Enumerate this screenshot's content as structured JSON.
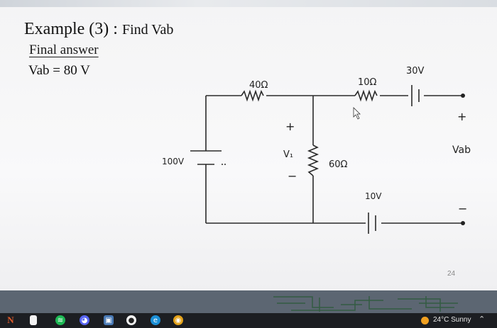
{
  "slide": {
    "title_prefix": "Example (3) :",
    "title_suffix": "Find Vab",
    "final_answer_label": "Final answer",
    "answer": "Vab = 80 V",
    "page_number": "24"
  },
  "circuit": {
    "r1": "40Ω",
    "r2": "10Ω",
    "r3": "60Ω",
    "source_left": "100V",
    "source_top": "30V",
    "source_bottom": "10V",
    "v1_label": "V₁",
    "v1_plus": "+",
    "v1_minus": "−",
    "vab_label": "Vab",
    "vab_plus": "+",
    "vab_minus": "−"
  },
  "taskbar": {
    "start_letter": "N",
    "weather": "24°C Sunny"
  },
  "colors": {
    "taskbar": "#1c1e22",
    "spotify": "#1db954",
    "edge": "#1b8fd6",
    "chrome": "#e3a21a"
  },
  "icons": [
    "start-icon",
    "file-icon",
    "spotify-icon",
    "discord-icon",
    "app-icon",
    "github-icon",
    "edge-icon",
    "chrome-icon",
    "sun-icon",
    "chevron-up-icon"
  ]
}
